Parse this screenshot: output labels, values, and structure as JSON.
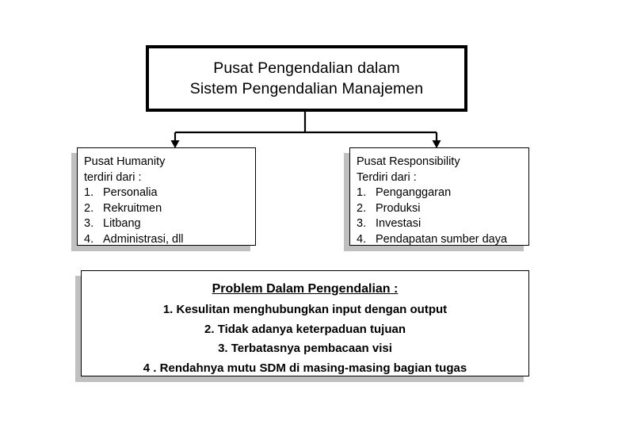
{
  "diagram": {
    "title_node": {
      "lines": [
        "Pusat Pengendalian dalam",
        "Sistem Pengendalian Manajemen"
      ]
    },
    "humanity_node": {
      "header_line1": "Pusat Humanity",
      "header_line2": "terdiri dari :",
      "items": [
        {
          "num": "1.",
          "label": "Personalia"
        },
        {
          "num": "2.",
          "label": "Rekruitmen"
        },
        {
          "num": "3.",
          "label": "Litbang"
        },
        {
          "num": "4.",
          "label": "Administrasi, dll"
        }
      ]
    },
    "responsibility_node": {
      "header_line1": "Pusat Responsibility",
      "header_line2": "Terdiri dari :",
      "items": [
        {
          "num": "1.",
          "label": "Penganggaran"
        },
        {
          "num": "2.",
          "label": "Produksi"
        },
        {
          "num": "3.",
          "label": "Investasi"
        },
        {
          "num": "4.",
          "label": "Pendapatan sumber daya"
        }
      ]
    },
    "problem_node": {
      "title": "Problem Dalam Pengendalian :",
      "items": [
        "1.  Kesulitan menghubungkan input dengan output",
        "2.  Tidak adanya keterpaduan tujuan",
        "3.  Terbatasnya pembacaan visi",
        "4 .  Rendahnya mutu SDM di masing-masing bagian tugas"
      ]
    },
    "colors": {
      "background": "#ffffff",
      "stroke": "#000000",
      "shadow": "#c0c0c0",
      "text": "#000000"
    }
  }
}
